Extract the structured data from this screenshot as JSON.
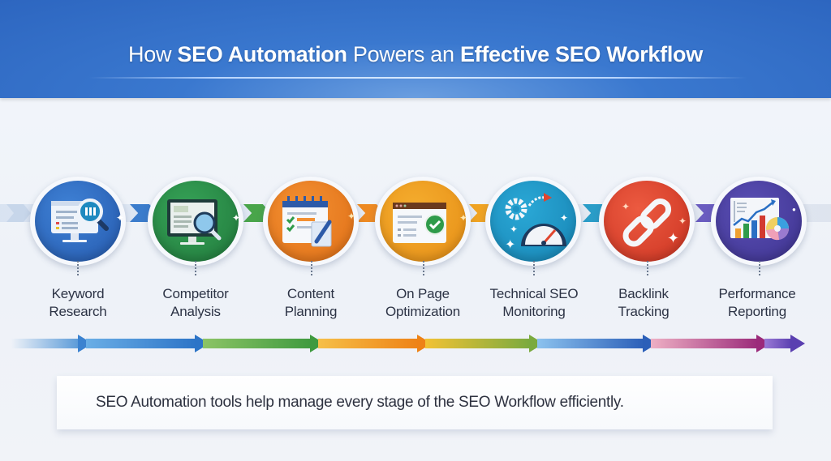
{
  "header": {
    "title_parts": [
      {
        "text": "How ",
        "bold": false
      },
      {
        "text": "SEO Automation",
        "bold": true
      },
      {
        "text": " Powers an ",
        "bold": false
      },
      {
        "text": "Effective SEO Workflow",
        "bold": true
      }
    ],
    "title_full": "How SEO Automation Powers an Effective SEO Workflow",
    "background_color": "#3a78cf"
  },
  "steps": [
    {
      "line1": "Keyword",
      "line2": "Research",
      "icon": "monitor-magnifier-icon",
      "color": "#2f6bc4"
    },
    {
      "line1": "Competitor",
      "line2": "Analysis",
      "icon": "monitor-search-icon",
      "color": "#2e8b48"
    },
    {
      "line1": "Content",
      "line2": "Planning",
      "icon": "calendar-checklist-pencil-icon",
      "color": "#ea7a1e"
    },
    {
      "line1": "On Page",
      "line2": "Optimization",
      "icon": "browser-check-icon",
      "color": "#f0a01e"
    },
    {
      "line1": "Technical SEO",
      "line2": "Monitoring",
      "icon": "gear-speedometer-icon",
      "color": "#1e96c6"
    },
    {
      "line1": "Backlink",
      "line2": "Tracking",
      "icon": "chain-link-icon",
      "color": "#e0452e"
    },
    {
      "line1": "Performance",
      "line2": "Reporting",
      "icon": "bar-chart-report-icon",
      "color": "#4b3fa0"
    }
  ],
  "flow_arrows": [
    {
      "from": "#c8dcf2",
      "to": "#2f7bd0"
    },
    {
      "from": "#4c97dc",
      "to": "#2c74c7"
    },
    {
      "from": "#7fbb5a",
      "to": "#3f9a3f"
    },
    {
      "from": "#f5b43a",
      "to": "#ee8216"
    },
    {
      "from": "#f2c234",
      "to": "#7aaa3f"
    },
    {
      "from": "#7db7ea",
      "to": "#2b5fb8"
    },
    {
      "from": "#eaa0b8",
      "to": "#9b2a7a"
    },
    {
      "from": "#8a6acc",
      "to": "#5a3fb0"
    }
  ],
  "footer": {
    "text": "SEO Automation tools help manage every stage of the SEO Workflow efficiently."
  }
}
